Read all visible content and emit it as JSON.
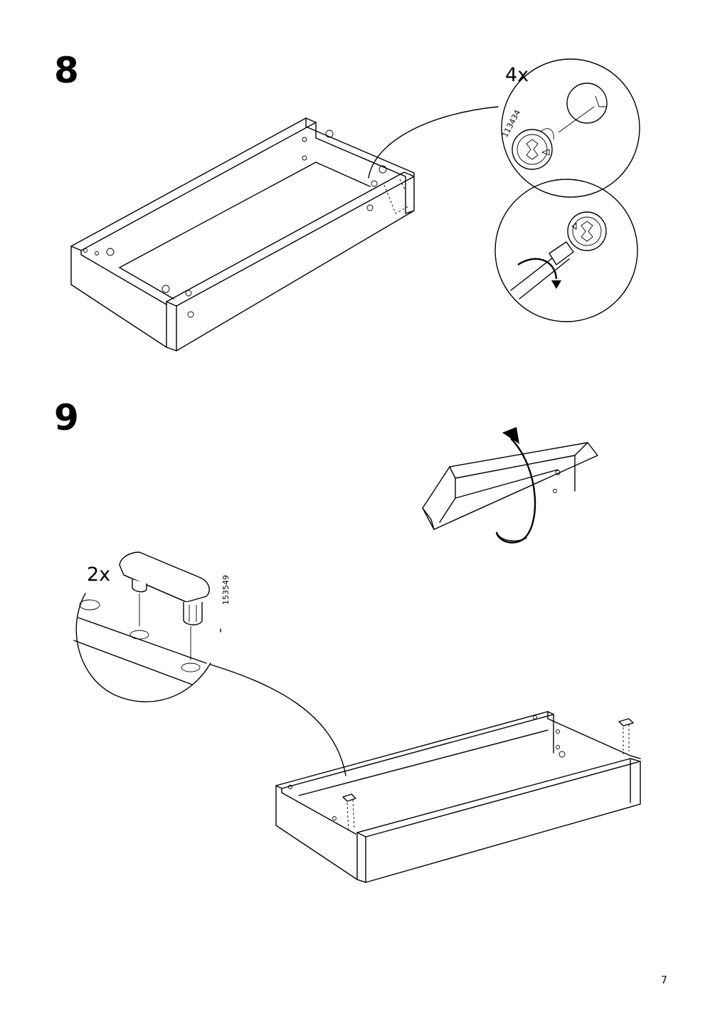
{
  "steps": [
    {
      "number": "8",
      "quantity": "4x",
      "part_number": "113434"
    },
    {
      "number": "9",
      "quantity": "2x",
      "part_number": "153549"
    }
  ],
  "page_number": "7"
}
